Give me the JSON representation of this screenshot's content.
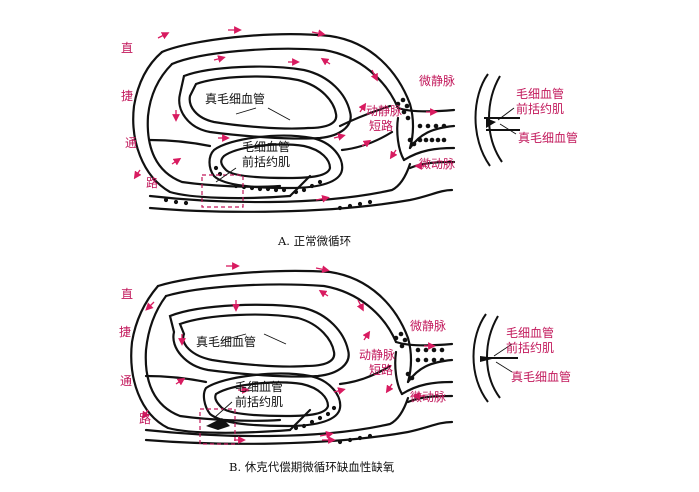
{
  "colors": {
    "vessel": "#111111",
    "label": "#c2185b",
    "highlight_box": "#c2185b"
  },
  "panel_a": {
    "caption": "A. 正常微循环",
    "thoroughfare": [
      "直",
      "捷",
      "通",
      "路"
    ],
    "true_capillary": "真毛细血管",
    "precapillary_sphincter": [
      "毛细血管",
      "前括约肌"
    ],
    "av_shunt": [
      "动静脉",
      "短路"
    ],
    "venule": "微静脉",
    "arteriole": "微动脉",
    "inset": {
      "sphincter": [
        "毛细血管",
        "前括约肌"
      ],
      "true_capillary": "真毛细血管"
    }
  },
  "panel_b": {
    "caption": "B. 休克代偿期微循环缺血性缺氧",
    "thoroughfare": [
      "直",
      "捷",
      "通",
      "路"
    ],
    "true_capillary": "真毛细血管",
    "precapillary_sphincter": [
      "毛细血管",
      "前括约肌"
    ],
    "av_shunt": [
      "动静脉",
      "短路"
    ],
    "venule": "微静脉",
    "arteriole": "微动脉",
    "inset": {
      "sphincter": [
        "毛细血管",
        "前括约肌"
      ],
      "true_capillary": "真毛细血管"
    }
  }
}
